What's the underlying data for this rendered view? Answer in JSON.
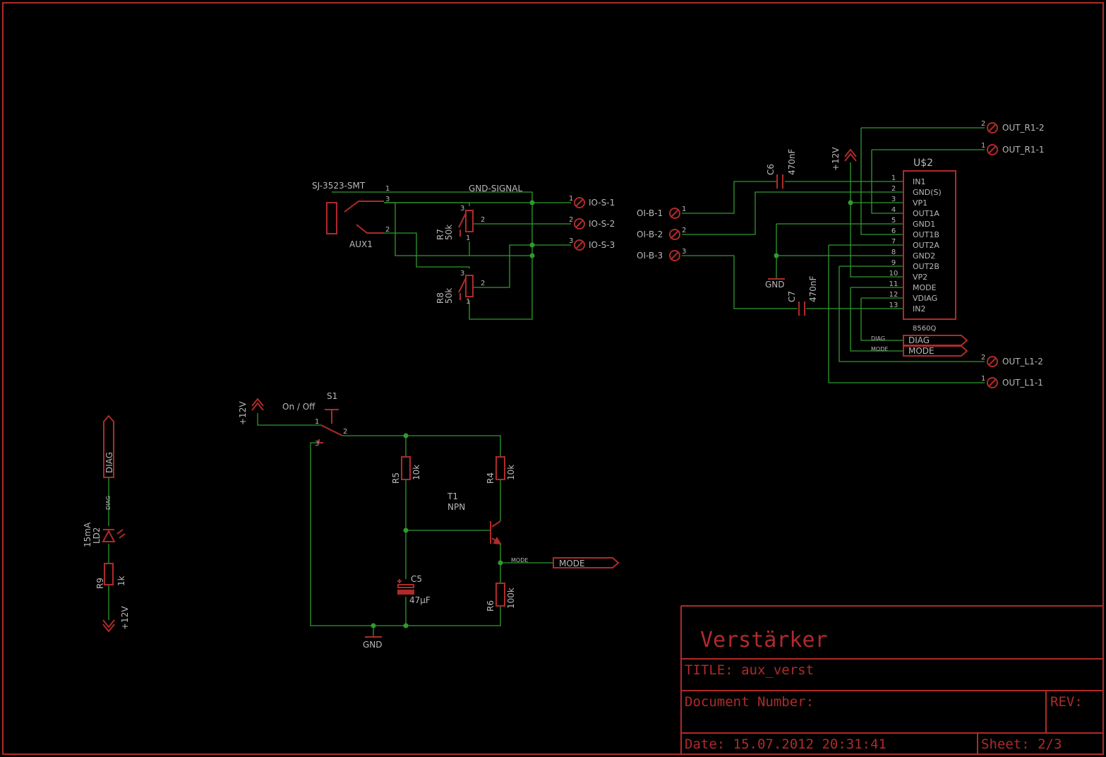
{
  "title_block": {
    "project": "Verstärker",
    "title": "TITLE:  aux_verst",
    "document_number": "Document Number:",
    "rev": "REV:",
    "date": "Date: 15.07.2012  20:31:41",
    "sheet": "Sheet: 2/3"
  },
  "aux": {
    "jack_name": "SJ-3523-SMT",
    "jack_label": "AUX1",
    "gnd_signal": "GND-SIGNAL",
    "r7_name": "R7",
    "r7_value": "50k",
    "r8_name": "R8",
    "r8_value": "50k",
    "io": [
      "IO-S-1",
      "IO-S-2",
      "IO-S-3"
    ]
  },
  "amp": {
    "ic_name": "U$2",
    "ic_part": "8560Q",
    "pins": [
      {
        "num": "1",
        "name": "IN1"
      },
      {
        "num": "2",
        "name": "GND(S)"
      },
      {
        "num": "3",
        "name": "VP1"
      },
      {
        "num": "4",
        "name": "OUT1A"
      },
      {
        "num": "5",
        "name": "GND1"
      },
      {
        "num": "6",
        "name": "OUT1B"
      },
      {
        "num": "7",
        "name": "OUT2A"
      },
      {
        "num": "8",
        "name": "GND2"
      },
      {
        "num": "9",
        "name": "OUT2B"
      },
      {
        "num": "10",
        "name": "VP2"
      },
      {
        "num": "11",
        "name": "MODE"
      },
      {
        "num": "12",
        "name": "VDIAG"
      },
      {
        "num": "13",
        "name": "IN2"
      }
    ],
    "c6_name": "C6",
    "c6_value": "470nF",
    "c7_name": "C7",
    "c7_value": "470nF",
    "supply": "+12V",
    "gnd": "GND",
    "inputs": [
      "OI-B-1",
      "OI-B-2",
      "OI-B-3"
    ],
    "out_r": [
      "OUT_R1-2",
      "OUT_R1-1"
    ],
    "out_l": [
      "OUT_L1-2",
      "OUT_L1-1"
    ],
    "diag_net": "DIAG",
    "diag_port": "DIAG",
    "mode_net": "MODE",
    "mode_port": "MODE"
  },
  "switch": {
    "supply": "+12V",
    "s1_name": "S1",
    "s1_label": "On / Off",
    "r5_name": "R5",
    "r5_value": "10k",
    "r4_name": "R4",
    "r4_value": "10k",
    "r6_name": "R6",
    "r6_value": "100k",
    "t1_name": "T1",
    "t1_type": "NPN",
    "c5_name": "C5",
    "c5_value": "47µF",
    "gnd": "GND",
    "mode_net": "MODE",
    "mode_port": "MODE"
  },
  "led": {
    "diag_port": "DIAG",
    "diag_net": "DIAG",
    "ld2_name": "LD2",
    "ld2_value": "15mA",
    "r9_name": "R9",
    "r9_value": "1k",
    "supply": "+12V"
  },
  "colors": {
    "symbol": "#b02a2a",
    "wire": "#2f9a2f",
    "text": "#b8b8b8",
    "background": "#000000"
  }
}
